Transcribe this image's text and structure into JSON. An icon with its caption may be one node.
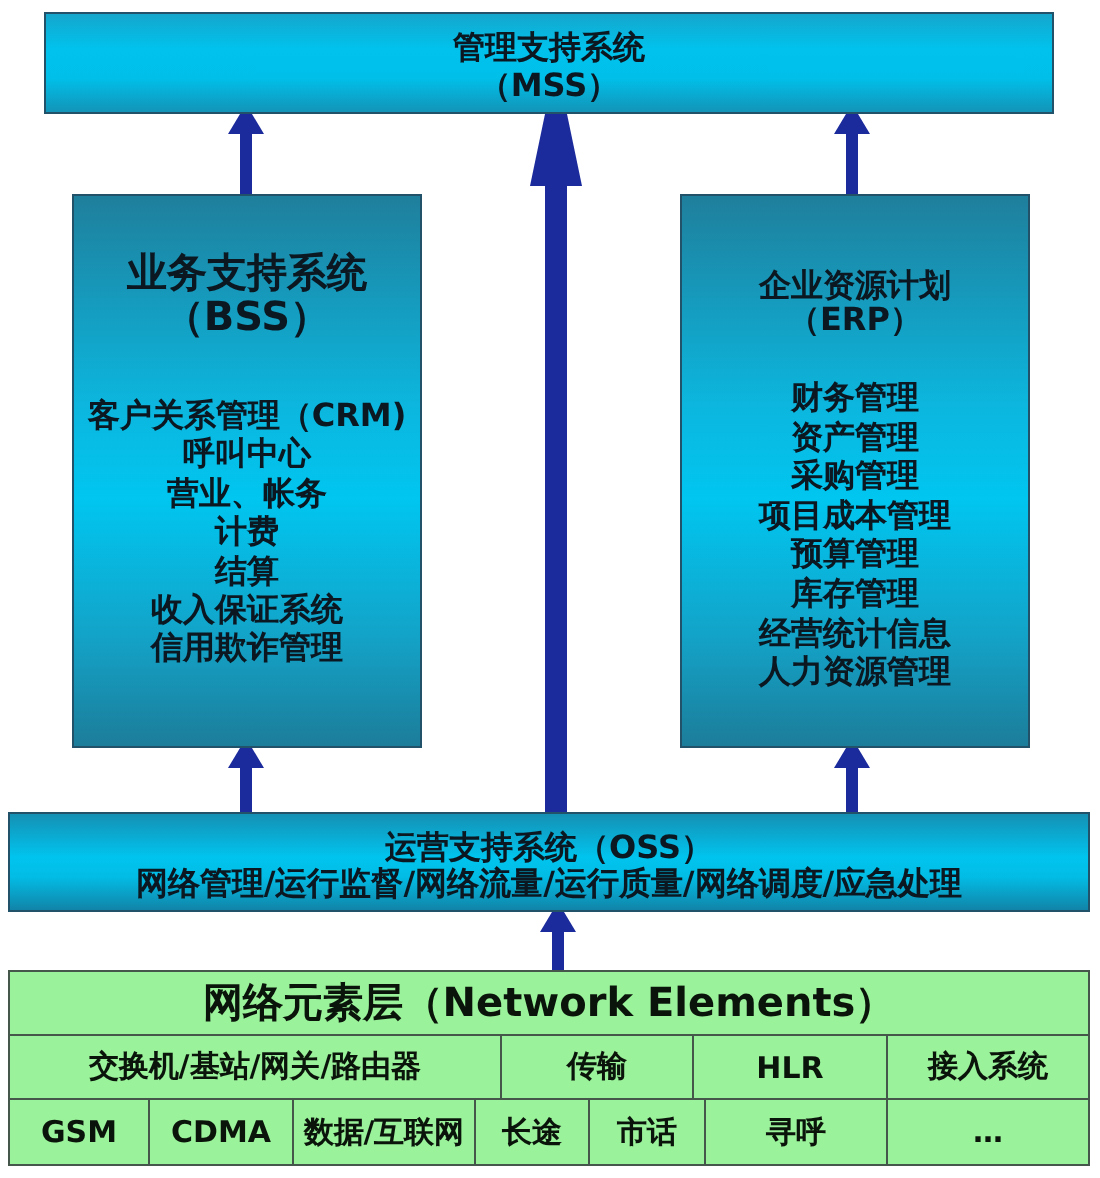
{
  "diagram": {
    "nodes": [
      {
        "text": [
          "管理支持系统",
          "（MSS）"
        ]
      },
      {
        "text": [
          "业务支持系统",
          "（BSS）",
          "客户关系管理（CRM)",
          "呼叫中心",
          "营业、帐务",
          "计费",
          "结算",
          "收入保证系统",
          "信用欺诈管理"
        ]
      },
      {
        "text": [
          "企业资源计划",
          "（ERP）",
          "财务管理",
          "资产管理",
          "采购管理",
          "项目成本管理",
          "预算管理",
          "库存管理",
          "经营统计信息",
          "人力资源管理"
        ]
      },
      {
        "text": [
          "运营支持系统（OSS）",
          "网络管理/运行监督/网络流量/运行质量/网络调度/应急处理"
        ]
      },
      {
        "text": [
          "网络元素层（Network Elements）"
        ]
      },
      {
        "text": [
          "交换机/基站/网关/路由器"
        ],
        "in": 4
      },
      {
        "text": [
          "传输"
        ],
        "in": 4
      },
      {
        "text": [
          "HLR"
        ],
        "in": 4
      },
      {
        "text": [
          "接入系统"
        ],
        "in": 4
      },
      {
        "text": [
          "GSM"
        ],
        "in": 4
      },
      {
        "text": [
          "CDMA"
        ],
        "in": 4
      },
      {
        "text": [
          "数据/互联网"
        ],
        "in": 4
      },
      {
        "text": [
          "长途"
        ],
        "in": 4
      },
      {
        "text": [
          "市话"
        ],
        "in": 4
      },
      {
        "text": [
          "寻呼"
        ],
        "in": 4
      },
      {
        "text": [
          "…"
        ],
        "in": 4
      }
    ],
    "edges": [
      {
        "from": 1,
        "to": 0,
        "arrow": "to"
      },
      {
        "from": 2,
        "to": 0,
        "arrow": "to"
      },
      {
        "from": 3,
        "to": 0,
        "arrow": "to",
        "style": "thick"
      },
      {
        "from": 3,
        "to": 1,
        "arrow": "to"
      },
      {
        "from": 3,
        "to": 2,
        "arrow": "to"
      },
      {
        "from": 4,
        "to": 3,
        "arrow": "to"
      }
    ]
  }
}
